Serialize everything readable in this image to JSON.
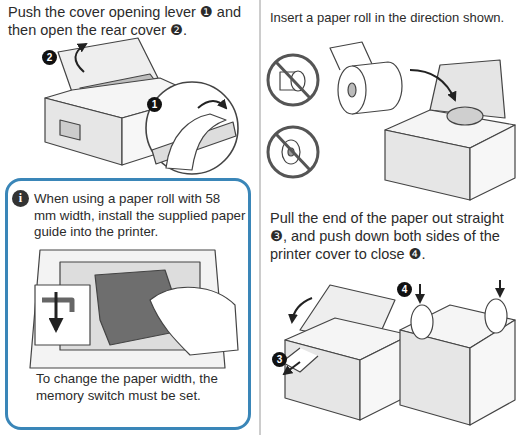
{
  "diagram": {
    "nodes": [
      {
        "text": [
          "When using a paper roll with 58 mm width, install the supplied paper guide into the printer.",
          "To change the paper width, the memory switch must be set."
        ]
      }
    ],
    "labels": [
      "Push the cover opening lever ❶ and then open the rear cover ❷.",
      "2",
      "1",
      "i",
      "Insert a paper roll in the direction shown.",
      "Pull the end of the paper out straight ❸, and push down both sides of the printer cover to close ❹.",
      "3",
      "4"
    ]
  }
}
